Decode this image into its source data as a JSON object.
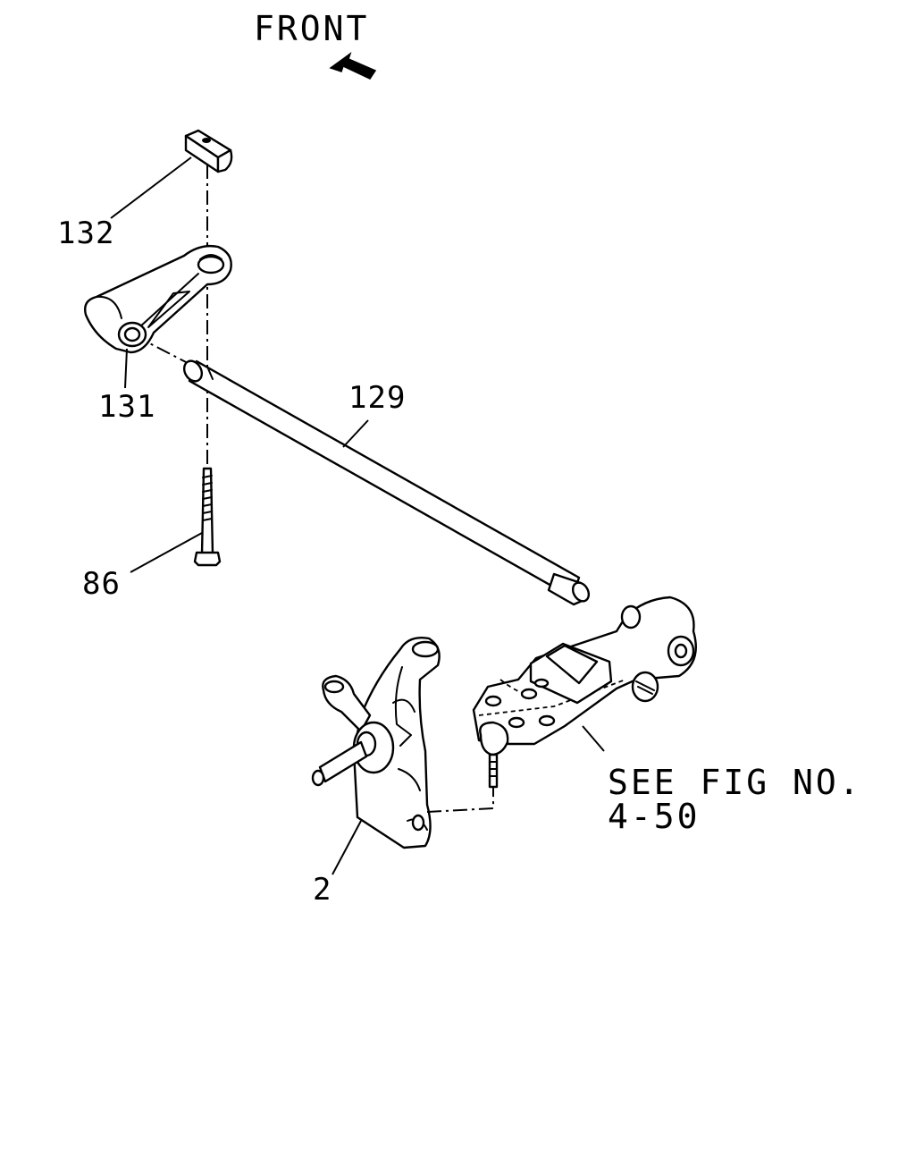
{
  "direction": {
    "label": "FRONT",
    "arrow_icon": "arrow-upper-left-icon"
  },
  "callouts": {
    "c132": "132",
    "c131": "131",
    "c129": "129",
    "c86": "86",
    "c2": "2"
  },
  "reference": {
    "line1": "SEE FIG NO.",
    "line2": "4-50"
  },
  "parts": [
    {
      "callout": "132",
      "icon": "bushing-block-icon"
    },
    {
      "callout": "131",
      "icon": "idler-arm-icon"
    },
    {
      "callout": "129",
      "icon": "torsion-bar-icon"
    },
    {
      "callout": "86",
      "icon": "bolt-icon"
    },
    {
      "callout": "2",
      "icon": "steering-knuckle-icon"
    }
  ]
}
